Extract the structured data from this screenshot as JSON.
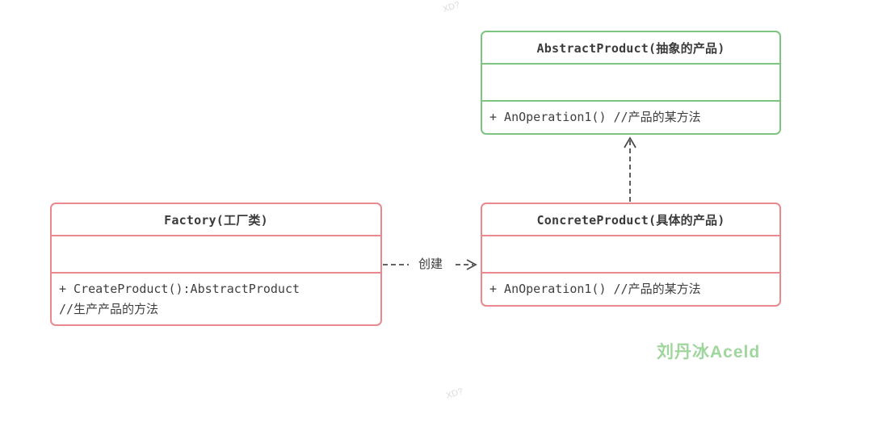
{
  "classes": {
    "abstract_product": {
      "title": "AbstractProduct(抽象的产品)",
      "method": "+ AnOperation1() //产品的某方法"
    },
    "factory": {
      "title": "Factory(工厂类)",
      "method_line1": "+ CreateProduct():AbstractProduct",
      "method_line2": "//生产产品的方法"
    },
    "concrete_product": {
      "title": "ConcreteProduct(具体的产品)",
      "method": "+ AnOperation1() //产品的某方法"
    }
  },
  "arrows": {
    "create_label": "创建"
  },
  "signature": "刘丹冰Aceld",
  "decor": {
    "faint_mark": "XD?"
  },
  "colors": {
    "green_border": "#7cc47f",
    "red_border": "#e9898d",
    "signature_green": "#9fd69d",
    "arrow_gray": "#4d4d4d"
  }
}
